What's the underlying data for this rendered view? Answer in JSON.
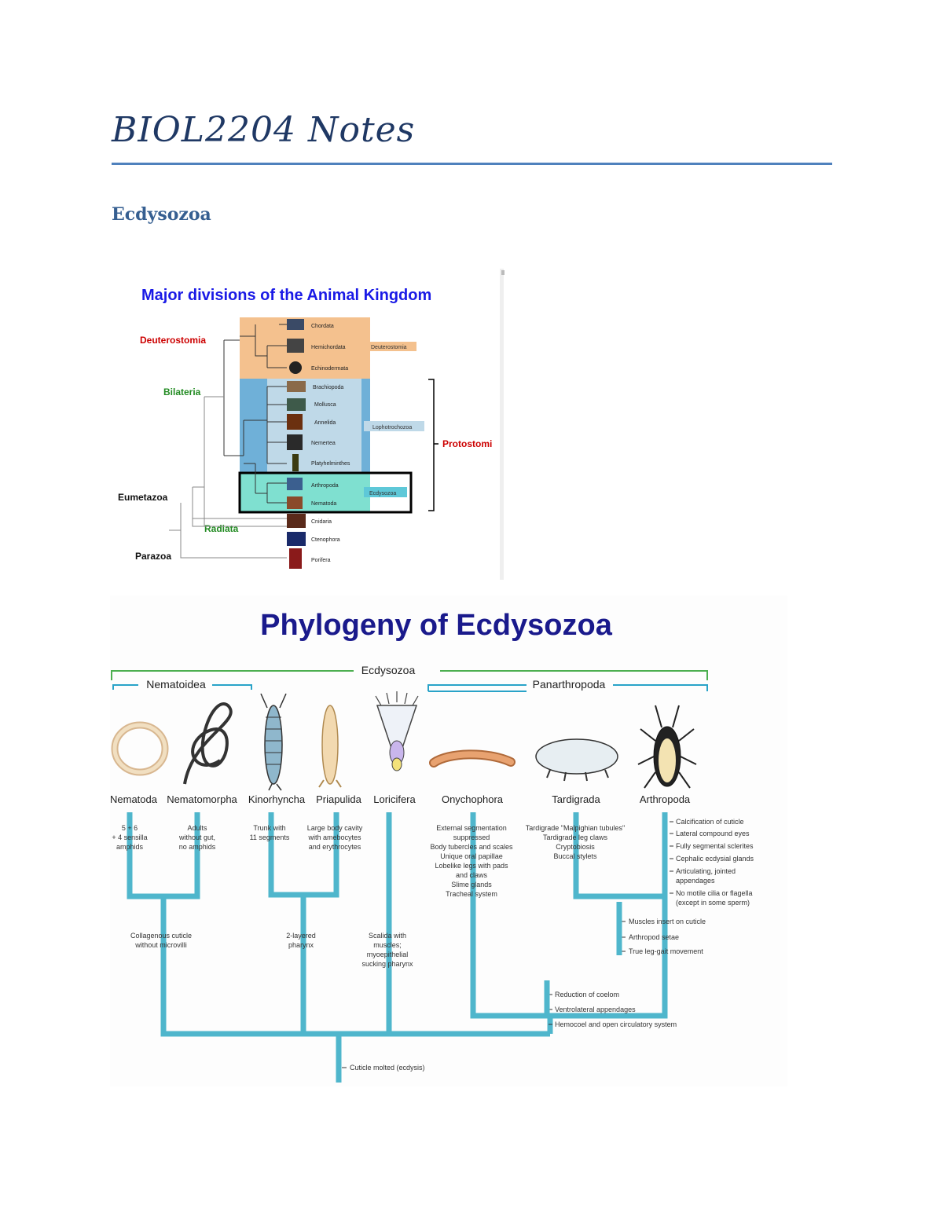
{
  "document": {
    "title": "BIOL2204 Notes",
    "section_heading": "Ecdysozoa"
  },
  "figure1": {
    "title": "Major divisions of the Animal Kingdom",
    "group_labels": {
      "deuterostomia": "Deuterostomia",
      "bilateria": "Bilateria",
      "eumetazoa": "Eumetazoa",
      "radiata": "Radiata",
      "parazoa": "Parazoa",
      "protostomi": "Protostomi"
    },
    "box_tags": {
      "deuterostomia": "Deuterostomia",
      "lophotrochozoa": "Lophotrochozoa",
      "ecdysozoa": "Ecdysozoa"
    },
    "taxa": [
      "Chordata",
      "Hemichordata",
      "Echinodermata",
      "Brachiopoda",
      "Mollusca",
      "Annelida",
      "Nemertea",
      "Platyhelminthes",
      "Arthropoda",
      "Nematoda",
      "Cnidaria",
      "Ctenophora",
      "Porifera"
    ]
  },
  "figure2": {
    "title": "Phylogeny of Ecdysozoa",
    "clades": {
      "ecdysozoa": "Ecdysozoa",
      "nematoidea": "Nematoidea",
      "panarthropoda": "Panarthropoda"
    },
    "taxa": [
      "Nematoda",
      "Nematomorpha",
      "Kinorhyncha",
      "Priapulida",
      "Loricifera",
      "Onychophora",
      "Tardigrada",
      "Arthropoda"
    ],
    "traits": {
      "nematoda": [
        "5 + 6",
        "+ 4 sensilla",
        "amphids"
      ],
      "nematomorpha": [
        "Adults",
        "without gut,",
        "no amphids"
      ],
      "kinorhyncha": [
        "Trunk with",
        "11 segments"
      ],
      "priapulida": [
        "Large body cavity",
        "with amebocytes",
        "and erythrocytes"
      ],
      "onychophora": [
        "External segmentation",
        "suppressed",
        "Body tubercles and scales",
        "Unique oral papillae",
        "Lobelike legs with pads",
        "and claws",
        "Slime glands",
        "Tracheal system"
      ],
      "tardigrada": [
        "Tardigrade \"Malpighian tubules\"",
        "Tardigrade leg claws",
        "Cryptobiosis",
        "Buccal stylets"
      ],
      "arthropoda": [
        "Calcification of cuticle",
        "Lateral compound eyes",
        "Fully segmental sclerites",
        "Cephalic ecdysial glands",
        "Articulating, jointed",
        "appendages",
        "No motile cilia or flagella",
        "(except in some sperm)"
      ],
      "nematoidea_node": [
        "Collagenous cuticle",
        "without microvilli"
      ],
      "kino_pria_node": [
        "2-layered",
        "pharynx"
      ],
      "loricifera": [
        "Scalida with",
        "muscles;",
        "myoepithelial",
        "sucking pharynx"
      ],
      "tard_arth_node": [
        "Muscles insert on cuticle",
        "Arthropod setae",
        "True leg-gait movement"
      ],
      "panarthropoda_node": [
        "Reduction of coelom",
        "Ventrolateral appendages",
        "Hemocoel and open circulatory system"
      ],
      "root": [
        "Cuticle molted (ecdysis)"
      ]
    }
  }
}
